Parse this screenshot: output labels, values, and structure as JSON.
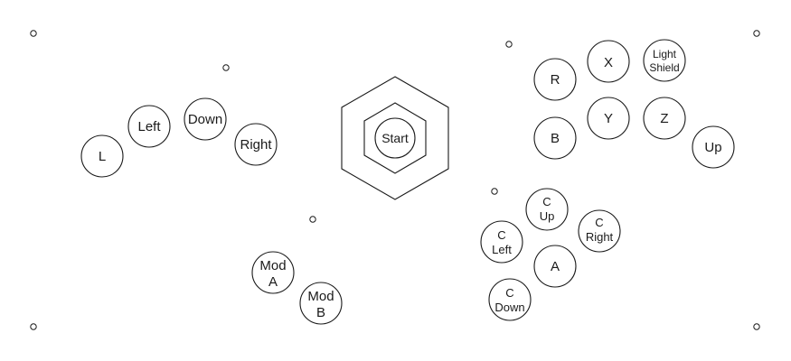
{
  "colors": {
    "stroke": "#1a1a1a",
    "background": "#ffffff"
  },
  "buttons": {
    "l": "L",
    "left": "Left",
    "down": "Down",
    "right": "Right",
    "mod_a": [
      "Mod",
      "A"
    ],
    "mod_b": [
      "Mod",
      "B"
    ],
    "start": "Start",
    "r": "R",
    "b": "B",
    "x": "X",
    "y": "Y",
    "light_shield": [
      "Light",
      "Shield"
    ],
    "z": "Z",
    "up": "Up",
    "c_up": [
      "C",
      "Up"
    ],
    "c_left": [
      "C",
      "Left"
    ],
    "c_right": [
      "C",
      "Right"
    ],
    "c_down": [
      "C",
      "Down"
    ],
    "a": "A"
  }
}
